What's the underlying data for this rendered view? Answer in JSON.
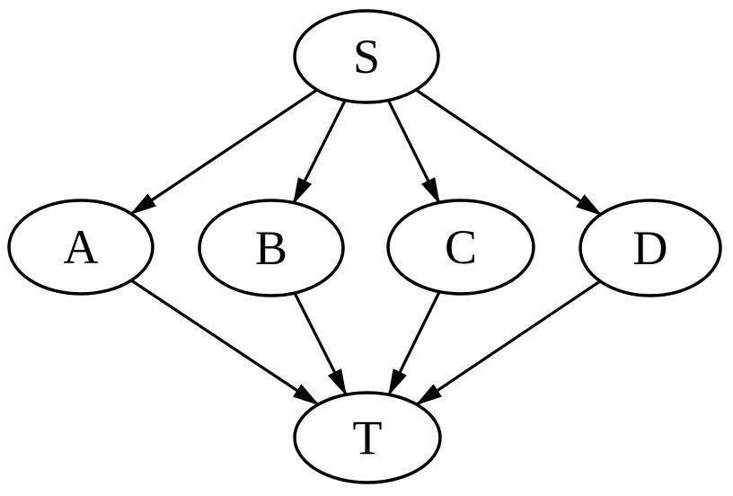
{
  "figure": {
    "type": "directed-graph",
    "background_color": "#ffffff",
    "line_color": "#000000",
    "nodes": [
      {
        "id": "S",
        "label": "S",
        "row": "top"
      },
      {
        "id": "A",
        "label": "A",
        "row": "middle"
      },
      {
        "id": "B",
        "label": "B",
        "row": "middle"
      },
      {
        "id": "C",
        "label": "C",
        "row": "middle"
      },
      {
        "id": "D",
        "label": "D",
        "row": "middle"
      },
      {
        "id": "T",
        "label": "T",
        "row": "bottom"
      }
    ],
    "edges": [
      {
        "from": "S",
        "to": "A"
      },
      {
        "from": "S",
        "to": "B"
      },
      {
        "from": "S",
        "to": "C"
      },
      {
        "from": "S",
        "to": "D"
      },
      {
        "from": "A",
        "to": "T"
      },
      {
        "from": "B",
        "to": "T"
      },
      {
        "from": "C",
        "to": "T"
      },
      {
        "from": "D",
        "to": "T"
      }
    ]
  }
}
